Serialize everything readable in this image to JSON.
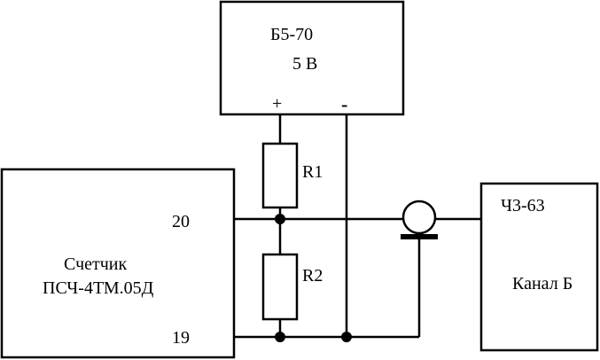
{
  "power_supply": {
    "model": "Б5-70",
    "voltage": "5 В",
    "plus": "+",
    "minus": "-"
  },
  "meter": {
    "line1": "Счетчик",
    "line2": "ПСЧ-4ТМ.05Д",
    "pin_top": "20",
    "pin_bottom": "19"
  },
  "resistors": {
    "r1": "R1",
    "r2": "R2"
  },
  "frequency_meter": {
    "model": "Ч3-63",
    "channel": "Канал Б"
  }
}
